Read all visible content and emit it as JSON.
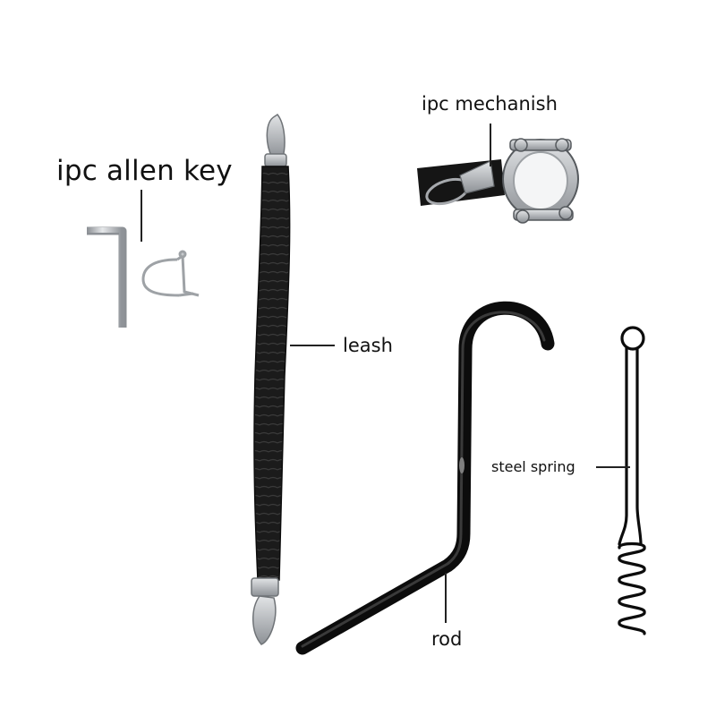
{
  "labels": {
    "allen_key": "ipc allen key",
    "mechanism": "ipc mechanish",
    "leash": "leash",
    "steel_spring": "steel spring",
    "rod": "rod"
  },
  "colors": {
    "background": "#ffffff",
    "label_text": "#111111",
    "leader_line": "#222222",
    "metal_dark": "#111111",
    "metal_silver": "#bfc3c7"
  }
}
